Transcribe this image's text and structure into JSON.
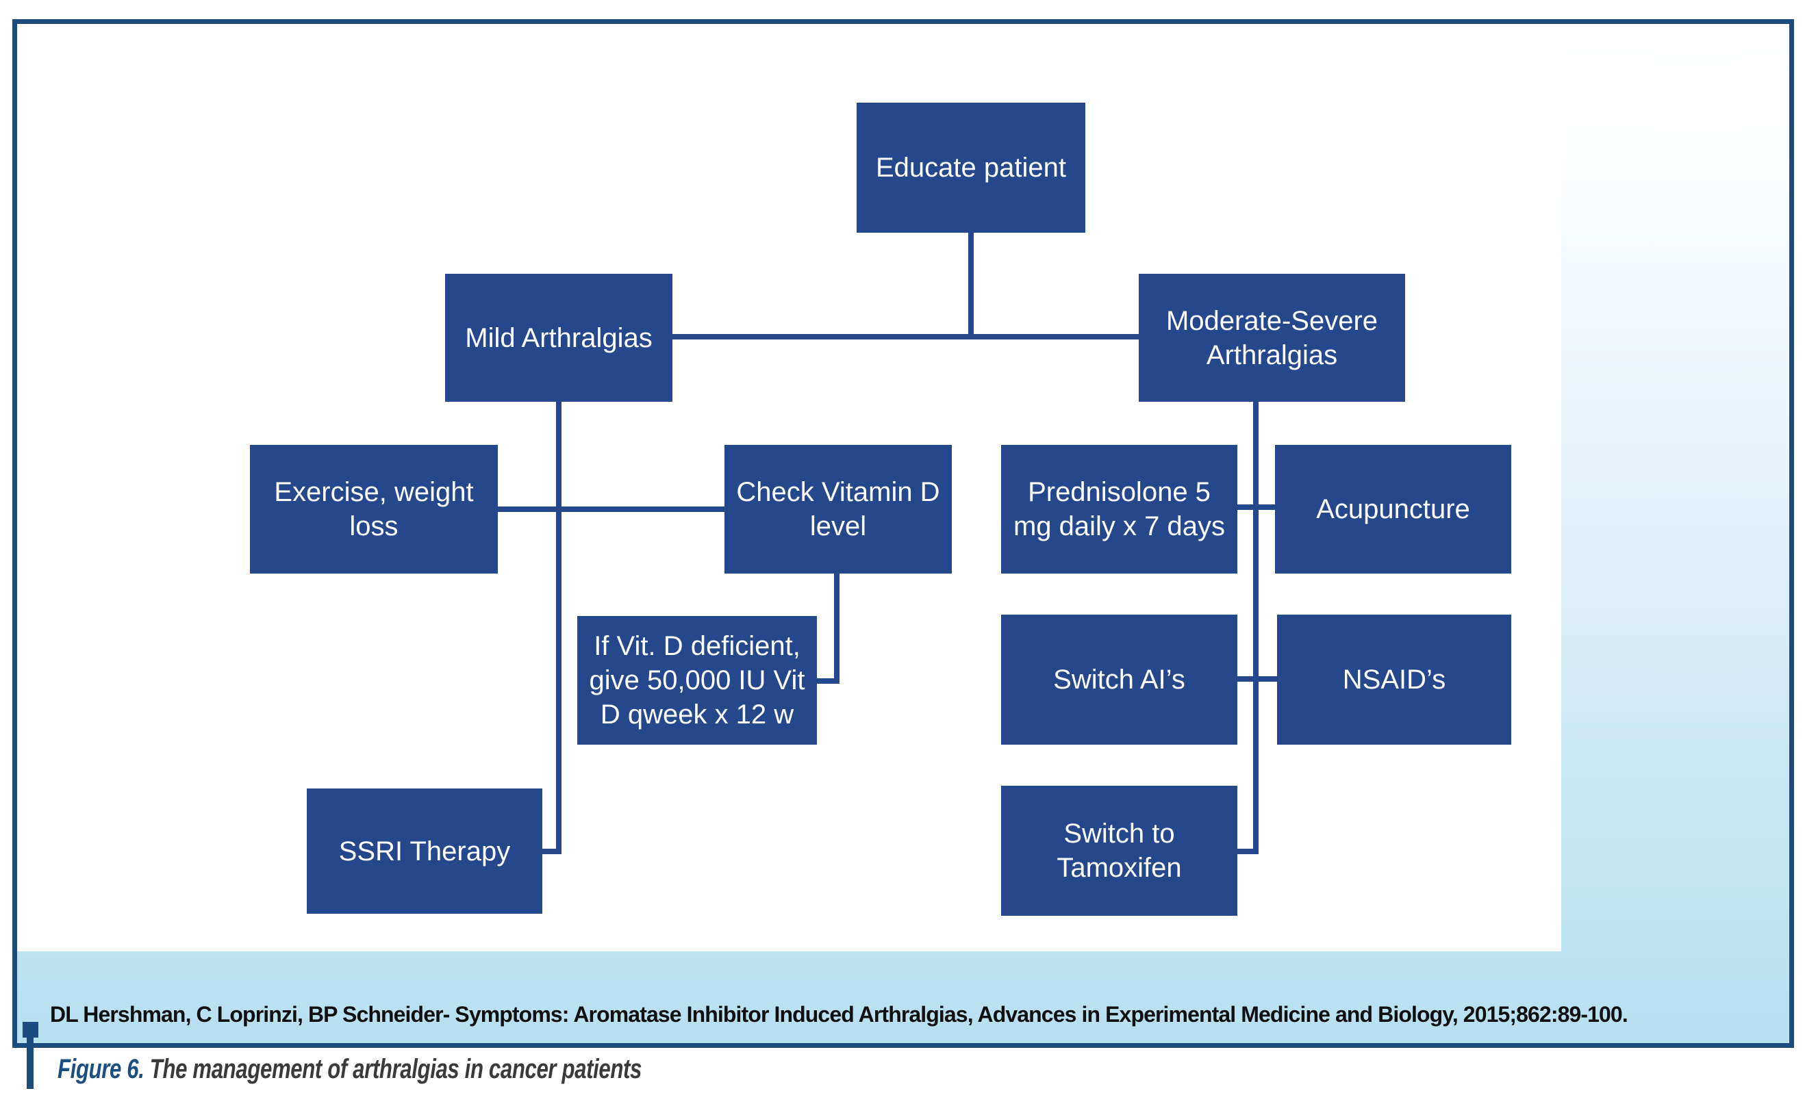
{
  "figure": {
    "caption_label": "Figure 6.",
    "caption_text": " The management of arthralgias in cancer patients",
    "citation": "DL Hershman, C Loprinzi, BP Schneider- Symptoms: Aromatase Inhibitor Induced Arthralgias, Advances in Experimental Medicine and Biology, 2015;862:89-100."
  },
  "colors": {
    "node_fill": "#24488b",
    "node_text": "#ffffff",
    "connector": "#24488b",
    "panel_border": "#1c4b7e",
    "panel_bg_top": "#ffffff",
    "panel_bg_bottom": "#b7e0f1",
    "caption_label_color": "#1a4f80",
    "caption_text_color": "#3a3a3c",
    "citation_color": "#101010"
  },
  "chart_data": {
    "type": "flowchart",
    "title": "The management of arthralgias in cancer patients",
    "nodes": [
      {
        "id": "educate",
        "label": "Educate patient",
        "lines": [
          "Educate patient"
        ]
      },
      {
        "id": "mild",
        "label": "Mild Arthralgias",
        "lines": [
          "Mild Arthralgias"
        ]
      },
      {
        "id": "moderate",
        "label": "Moderate-Severe Arthralgias",
        "lines": [
          "Moderate-Severe",
          "Arthralgias"
        ]
      },
      {
        "id": "exercise",
        "label": "Exercise, weight loss",
        "lines": [
          "Exercise, weight",
          "loss"
        ]
      },
      {
        "id": "checkvitd",
        "label": "Check Vitamin D level",
        "lines": [
          "Check Vitamin D",
          "level"
        ]
      },
      {
        "id": "prednisolone",
        "label": "Prednisolone 5 mg daily x 7 days",
        "lines": [
          "Prednisolone 5",
          "mg daily x 7 days"
        ]
      },
      {
        "id": "acupuncture",
        "label": "Acupuncture",
        "lines": [
          "Acupuncture"
        ]
      },
      {
        "id": "ifvitd",
        "label": "If Vit. D deficient, give 50,000 IU Vit D qweek x 12 w",
        "lines": [
          "If Vit. D deficient,",
          "give 50,000 IU Vit",
          "D qweek x 12 w"
        ]
      },
      {
        "id": "switchai",
        "label": "Switch AI’s",
        "lines": [
          "Switch AI’s"
        ]
      },
      {
        "id": "nsaid",
        "label": "NSAID’s",
        "lines": [
          "NSAID’s"
        ]
      },
      {
        "id": "ssri",
        "label": "SSRI Therapy",
        "lines": [
          "SSRI Therapy"
        ]
      },
      {
        "id": "tamoxifen",
        "label": "Switch to Tamoxifen",
        "lines": [
          "Switch to",
          "Tamoxifen"
        ]
      }
    ],
    "edges": [
      {
        "from": "educate",
        "to": "mild"
      },
      {
        "from": "educate",
        "to": "moderate"
      },
      {
        "from": "mild",
        "to": "exercise"
      },
      {
        "from": "mild",
        "to": "checkvitd"
      },
      {
        "from": "mild",
        "to": "ssri"
      },
      {
        "from": "checkvitd",
        "to": "ifvitd"
      },
      {
        "from": "moderate",
        "to": "prednisolone"
      },
      {
        "from": "moderate",
        "to": "acupuncture"
      },
      {
        "from": "moderate",
        "to": "switchai"
      },
      {
        "from": "moderate",
        "to": "nsaid"
      },
      {
        "from": "moderate",
        "to": "tamoxifen"
      }
    ]
  }
}
